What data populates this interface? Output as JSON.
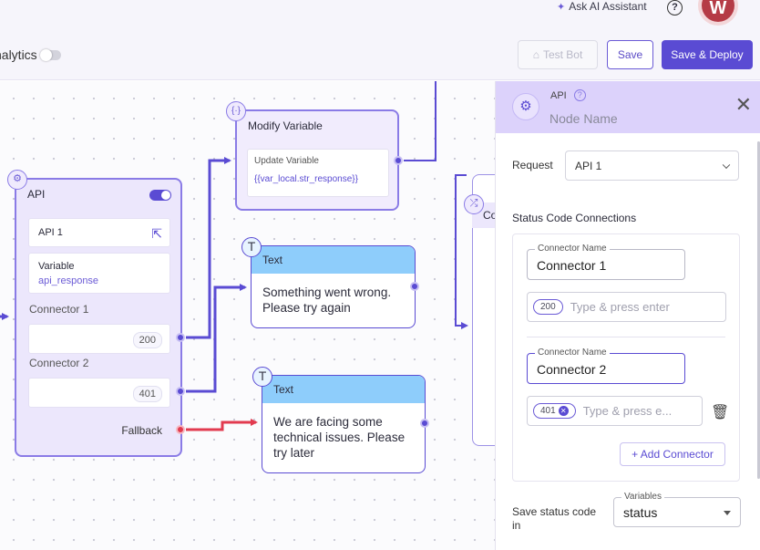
{
  "header": {
    "ai_assistant": "Ask AI Assistant",
    "avatar_initial": "W",
    "analytics_label": "nalytics",
    "test_bot": "Test Bot",
    "save": "Save",
    "save_deploy": "Save & Deploy"
  },
  "canvas": {
    "api_node": {
      "title": "API",
      "api_name": "API 1",
      "variable_label": "Variable",
      "variable_value": "api_response",
      "connector1": "Connector 1",
      "connector1_code": "200",
      "connector2": "Connector 2",
      "connector2_code": "401",
      "fallback": "Fallback"
    },
    "modify_node": {
      "title": "Modify Variable",
      "subtitle": "Update Variable",
      "template": "{{var_local.str_response}}"
    },
    "text_node_1": {
      "title": "Text",
      "body": "Something went wrong. Please try again"
    },
    "text_node_2": {
      "title": "Text",
      "body": "We are facing some technical issues. Please try later"
    },
    "partial_node_title": "Co"
  },
  "panel": {
    "node_type": "API",
    "node_name_placeholder": "Node Name",
    "request_label": "Request",
    "request_value": "API 1",
    "status_section": "Status Code Connections",
    "connector_name_legend": "Connector Name",
    "connectors": [
      {
        "name": "Connector 1",
        "code": "200",
        "placeholder": "Type & press enter"
      },
      {
        "name": "Connector 2",
        "code": "401",
        "placeholder": "Type & press e..."
      }
    ],
    "add_connector": "+ Add Connector",
    "save_status_label": "Save status code in",
    "variables_legend": "Variables",
    "variables_value": "status"
  },
  "colors": {
    "accent": "#5a4bd3",
    "node_purple": "#8a7be6",
    "text_header": "#8ecdfb",
    "fallback_wire": "#e23a4f",
    "avatar": "#b53b46"
  }
}
